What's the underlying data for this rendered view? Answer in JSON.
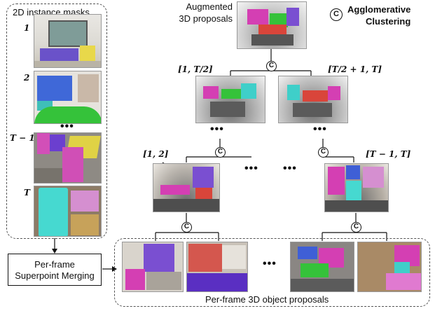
{
  "left_panel": {
    "title": "2D instance masks",
    "labels": [
      "1",
      "2",
      "T − 1",
      "T"
    ],
    "ellipsis": "•••"
  },
  "merge_box": {
    "line1": "Per-frame",
    "line2": "Superpoint Merging"
  },
  "legend": {
    "symbol": "C",
    "line1": "Agglomerative",
    "line2": "Clustering"
  },
  "top_title": {
    "line1": "Augmented",
    "line2": "3D proposals"
  },
  "ranges": {
    "top_left": "[1, T/2]",
    "top_right": "[T/2 + 1, T]",
    "mid_left": "[1, 2]",
    "mid_right": "[T − 1, T]"
  },
  "bottom_caption": "Per-frame 3D object proposals",
  "dots": "•••",
  "colors": {
    "magenta": "#d43fb3",
    "green": "#35c23a",
    "red": "#d9453a",
    "cyan": "#3fcfc9",
    "purple": "#7a4fd1",
    "yellow": "#e7d64a",
    "blue": "#3f5fd6"
  }
}
